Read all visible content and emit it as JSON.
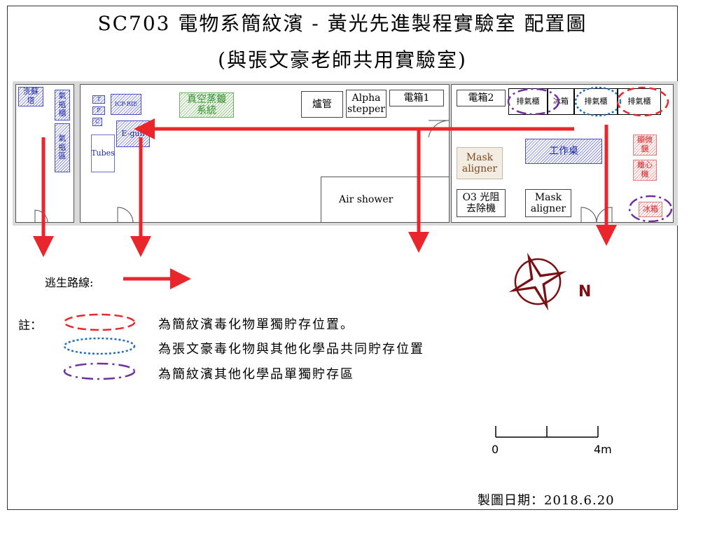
{
  "title": {
    "line1": "SC703  電物系簡紋濱 - 黃光先進製程實驗室  配置圖",
    "line2": "(與張文豪老師共用實驗室)"
  },
  "rooms": {
    "left_col": {
      "wash_tower": "洗蘇\n塔",
      "gas_cabinet": "氣\n瓶\n櫃",
      "gas_area": "氣\n瓶\n區"
    },
    "mid": {
      "t_label": "T",
      "p_label": "P",
      "c_label": "C",
      "icp": "ICP-RIE",
      "tubes": "Tubes",
      "egun": "E-gun",
      "vacuum": "真空蒸鍍\n系統",
      "furnace": "爐管",
      "alpha": "Alpha\nstepper",
      "elec1": "電箱1",
      "air_shower": "Air shower"
    },
    "right": {
      "elec2": "電箱2",
      "exhaust1": "排氣櫃",
      "fridge1": "冰箱",
      "exhaust2": "排氣櫃",
      "exhaust3": "排氣櫃",
      "mask_aligner_a": "Mask\naligner",
      "workbench": "工作桌",
      "o3": "O3 光阻\n去除機",
      "mask_aligner_b": "Mask\naligner",
      "microscope": "顯微\n鏡",
      "centrifuge": "離心\n機",
      "fridge2": "冰箱"
    }
  },
  "legend": {
    "escape_label": "逃生路線:",
    "note_label": "註：",
    "items": [
      {
        "text": "為簡紋濱毒化物單獨貯存位置。",
        "color": "#e8262b",
        "style": "dashed"
      },
      {
        "text": "為張文豪毒化物與其他化學品共同貯存位置",
        "color": "#1f6fb8",
        "style": "dotted"
      },
      {
        "text": "為簡紋濱其他化學品單獨貯存區",
        "color": "#7030a0",
        "style": "dashdot"
      }
    ]
  },
  "compass": {
    "label": "N",
    "color": "#7a1014"
  },
  "scale": {
    "start": "0",
    "end": "4m"
  },
  "date": "製圖日期：2018.6.20",
  "colors": {
    "arrow": "#e8262b",
    "blue_text": "#1d27a8",
    "green_text": "#2f8f2a",
    "red_text": "#d32020"
  }
}
